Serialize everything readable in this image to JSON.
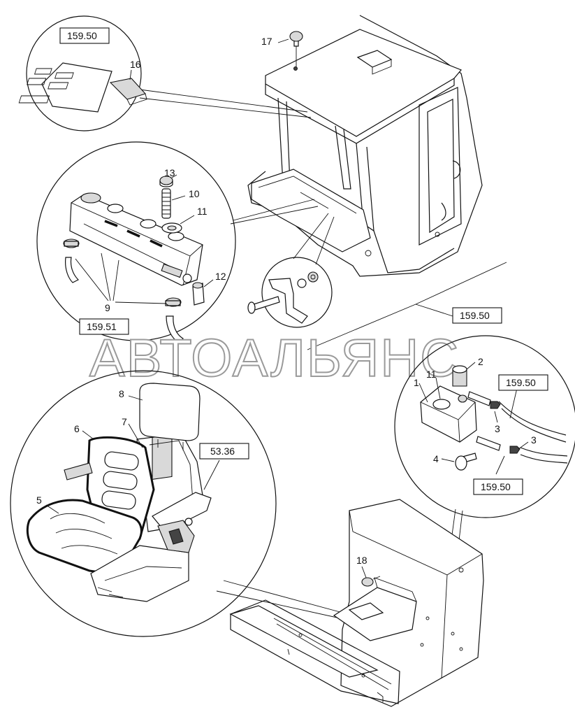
{
  "watermark": "АВТОАЛЬЯНС",
  "callouts": {
    "c1": "1",
    "c2": "2",
    "c3a": "3",
    "c3b": "3",
    "c4": "4",
    "c5": "5",
    "c6": "6",
    "c7": "7",
    "c8": "8",
    "c9": "9",
    "c10": "10",
    "c11a": "11",
    "c11b": "11",
    "c12": "12",
    "c13": "13",
    "c16": "16",
    "c17": "17",
    "c18": "18"
  },
  "refs": {
    "r_sunvisor": "159.50",
    "r_tank": "159.51",
    "r_cab": "159.50",
    "r_washer_top": "159.50",
    "r_washer_bottom": "159.50",
    "r_seat": "53.36"
  }
}
